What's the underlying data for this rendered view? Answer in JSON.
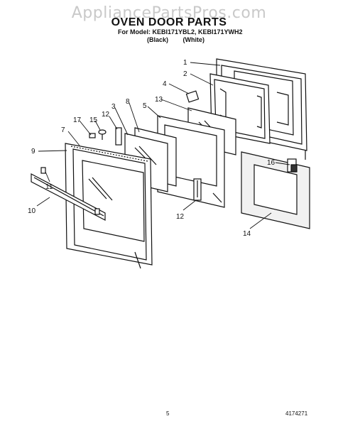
{
  "watermark": "AppliancePartsPros.com",
  "title": "OVEN DOOR PARTS",
  "model_line": "For Model: KEBI171YBL2, KEBI171YWH2",
  "variants": [
    "(Black)",
    "(White)"
  ],
  "callouts": [
    "1",
    "2",
    "4",
    "13",
    "3",
    "8",
    "5",
    "12",
    "17",
    "15",
    "7",
    "9",
    "16",
    "11",
    "10",
    "12",
    "14"
  ],
  "page_number": "5",
  "doc_code": "4174271"
}
